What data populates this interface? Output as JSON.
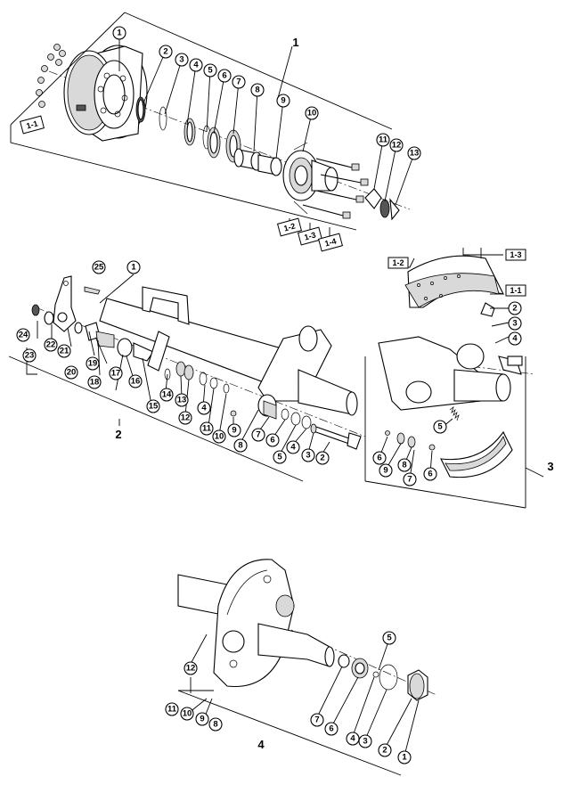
{
  "groups": [
    {
      "id": "1",
      "label": "1"
    },
    {
      "id": "2",
      "label": "2"
    },
    {
      "id": "3",
      "label": "3"
    },
    {
      "id": "4",
      "label": "4"
    }
  ],
  "group1": {
    "callouts": [
      "1",
      "2",
      "3",
      "4",
      "5",
      "6",
      "7",
      "8",
      "9",
      "10",
      "11",
      "12",
      "13"
    ],
    "boxes": [
      "1-1",
      "1-2",
      "1-3",
      "1-4"
    ]
  },
  "group2": {
    "callouts": [
      "25",
      "1",
      "24",
      "23",
      "22",
      "21",
      "20",
      "19",
      "18",
      "17",
      "16",
      "15",
      "14",
      "13",
      "12",
      "11",
      "10",
      "9",
      "8",
      "7",
      "6",
      "5",
      "4",
      "3",
      "2"
    ]
  },
  "group3": {
    "boxes": [
      "1-3",
      "1-2",
      "1-1"
    ],
    "callouts": [
      "2",
      "3",
      "4",
      "5",
      "6",
      "9",
      "8",
      "7",
      "6"
    ]
  },
  "group4": {
    "callouts": [
      "12",
      "11",
      "10",
      "9",
      "8",
      "7",
      "6",
      "5",
      "4",
      "3",
      "2",
      "1"
    ]
  }
}
